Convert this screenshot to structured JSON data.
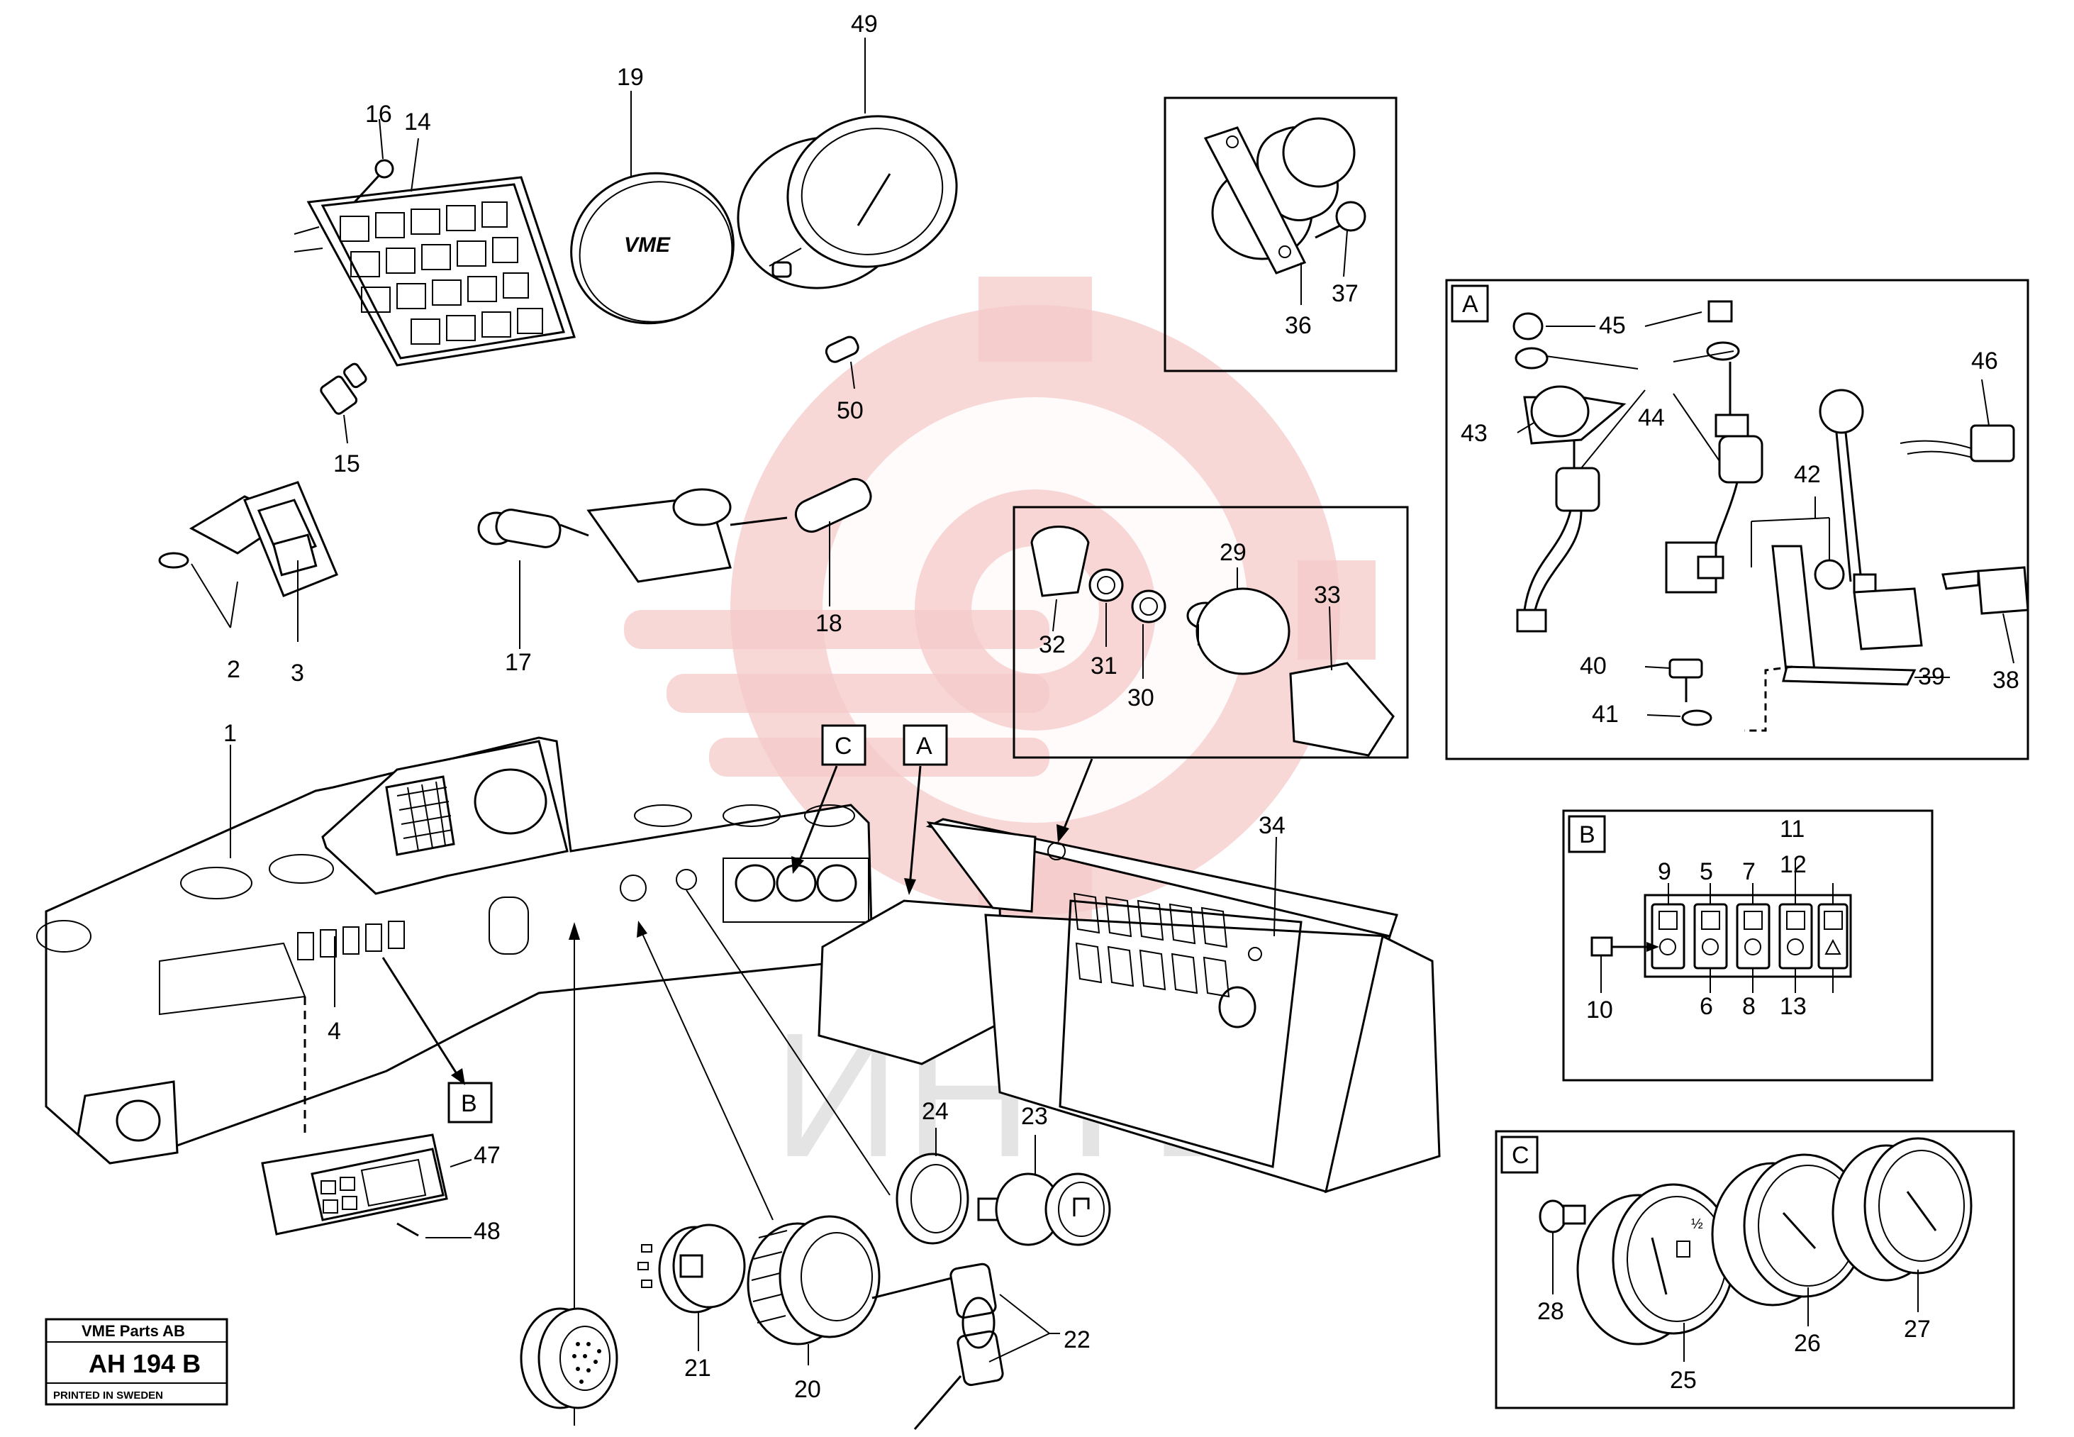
{
  "diagram": {
    "watermark": "ИНТЕХ",
    "detail_frames": {
      "A": "A",
      "B": "B",
      "C": "C"
    },
    "callouts": {
      "A": "A",
      "B": "B",
      "C": "C"
    },
    "part_numbers": [
      "1",
      "2",
      "3",
      "4",
      "5",
      "6",
      "7",
      "8",
      "9",
      "10",
      "11",
      "12",
      "13",
      "14",
      "15",
      "16",
      "17",
      "18",
      "19",
      "20",
      "21",
      "22",
      "23",
      "24",
      "25",
      "26",
      "27",
      "28",
      "29",
      "30",
      "31",
      "32",
      "33",
      "34",
      "36",
      "37",
      "38",
      "39",
      "40",
      "41",
      "42",
      "43",
      "44",
      "45",
      "46",
      "47",
      "48",
      "49",
      "50"
    ],
    "title_block": {
      "company": "VME Parts AB",
      "code": "AH 194 B",
      "note": "PRINTED IN SWEDEN"
    },
    "printed_marks": {
      "badge_logo": "VME",
      "gauge_half": "½"
    }
  }
}
